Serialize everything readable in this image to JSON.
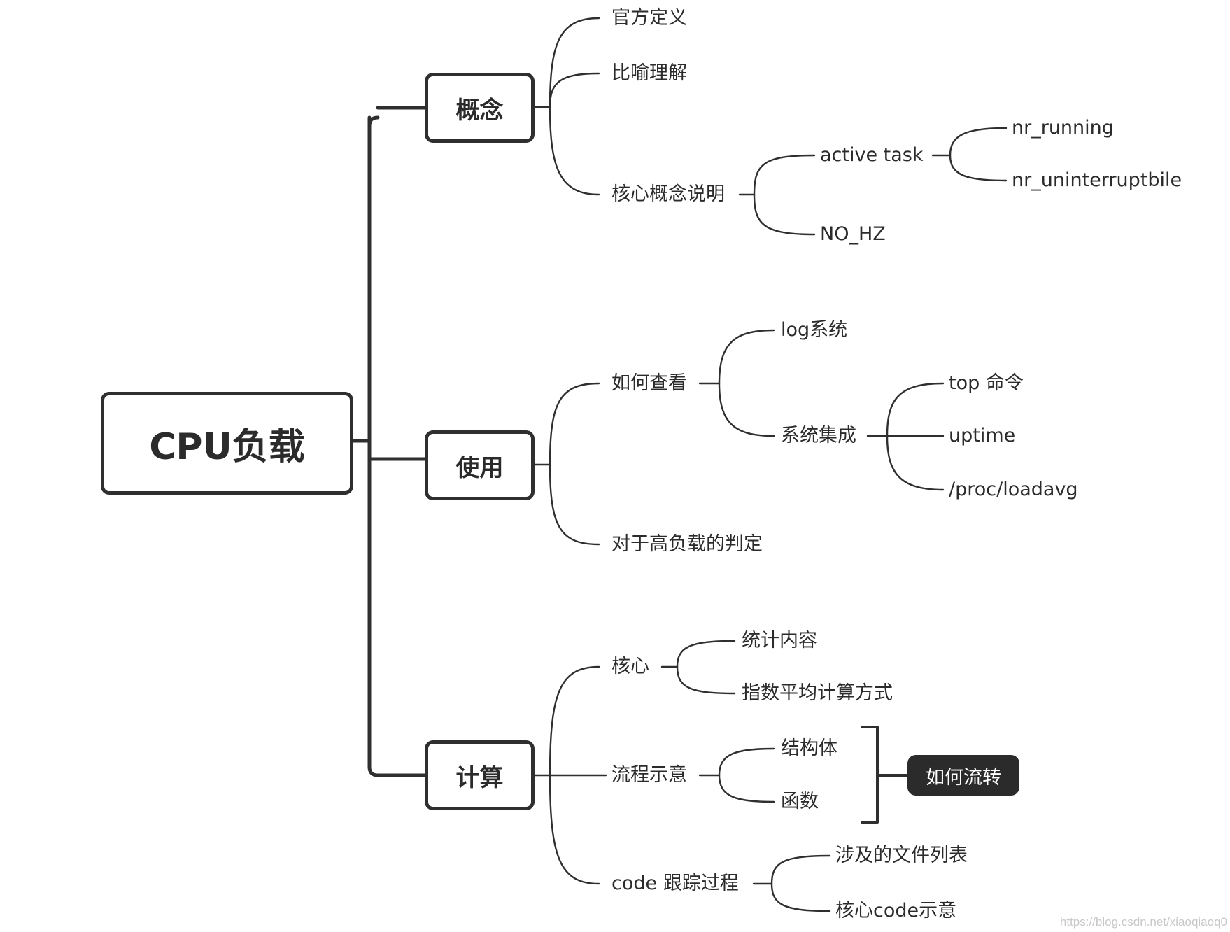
{
  "colors": {
    "line": "#2f2f2f",
    "text": "#2b2b2b",
    "tag_bg": "#2b2b2b",
    "tag_text": "#ffffff",
    "background": "#ffffff"
  },
  "root": {
    "label": "CPU负载"
  },
  "branches": {
    "concept": {
      "label": "概念",
      "children": {
        "official": "官方定义",
        "analogy": "比喻理解",
        "core": {
          "label": "核心概念说明",
          "children": {
            "active_task": {
              "label": "active task",
              "children": [
                "nr_running",
                "nr_uninterruptbile"
              ]
            },
            "no_hz": "NO_HZ"
          }
        }
      }
    },
    "usage": {
      "label": "使用",
      "children": {
        "how_to_view": {
          "label": "如何查看",
          "children": {
            "log": "log系统",
            "integration": {
              "label": "系统集成",
              "children": [
                "top 命令",
                "uptime",
                "/proc/loadavg"
              ]
            }
          }
        },
        "judge": "对于高负载的判定"
      }
    },
    "calc": {
      "label": "计算",
      "children": {
        "core": {
          "label": "核心",
          "children": [
            "统计内容",
            "指数平均计算方式"
          ]
        },
        "flow": {
          "label": "流程示意",
          "children": [
            "结构体",
            "函数"
          ],
          "summary": "如何流转"
        },
        "trace": {
          "label": "code 跟踪过程",
          "children": [
            "涉及的文件列表",
            "核心code示意"
          ]
        }
      }
    }
  },
  "watermark": "https://blog.csdn.net/xiaoqiaoq0"
}
